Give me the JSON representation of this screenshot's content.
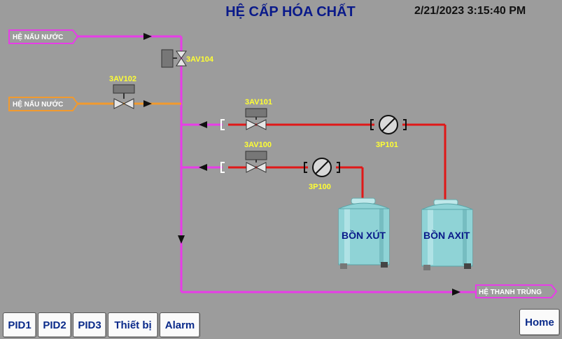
{
  "header": {
    "title": "HỆ CẤP HÓA CHẤT",
    "datetime": "2/21/2023 3:15:40 PM"
  },
  "flags": {
    "in_magenta": "HỆ NẤU NƯỚC",
    "in_orange": "HỆ NẤU NƯỚC",
    "out_magenta": "HỆ THANH TRÙNG"
  },
  "valves": {
    "v104": "3AV104",
    "v102": "3AV102",
    "v101": "3AV101",
    "v100": "3AV100"
  },
  "pumps": {
    "p101": "3P101",
    "p100": "3P100"
  },
  "tanks": {
    "caustic": "BỒN XÚT",
    "acid": "BỒN AXIT"
  },
  "nav": {
    "pid1": "PID1",
    "pid2": "PID2",
    "pid3": "PID3",
    "devices": "Thiết bị",
    "alarm": "Alarm",
    "home": "Home"
  },
  "colors": {
    "magenta_line": "#e83ce8",
    "orange_line": "#f29a2e",
    "red_line": "#e01818",
    "tank": "#8fd3d6",
    "background": "#9c9c9c"
  }
}
